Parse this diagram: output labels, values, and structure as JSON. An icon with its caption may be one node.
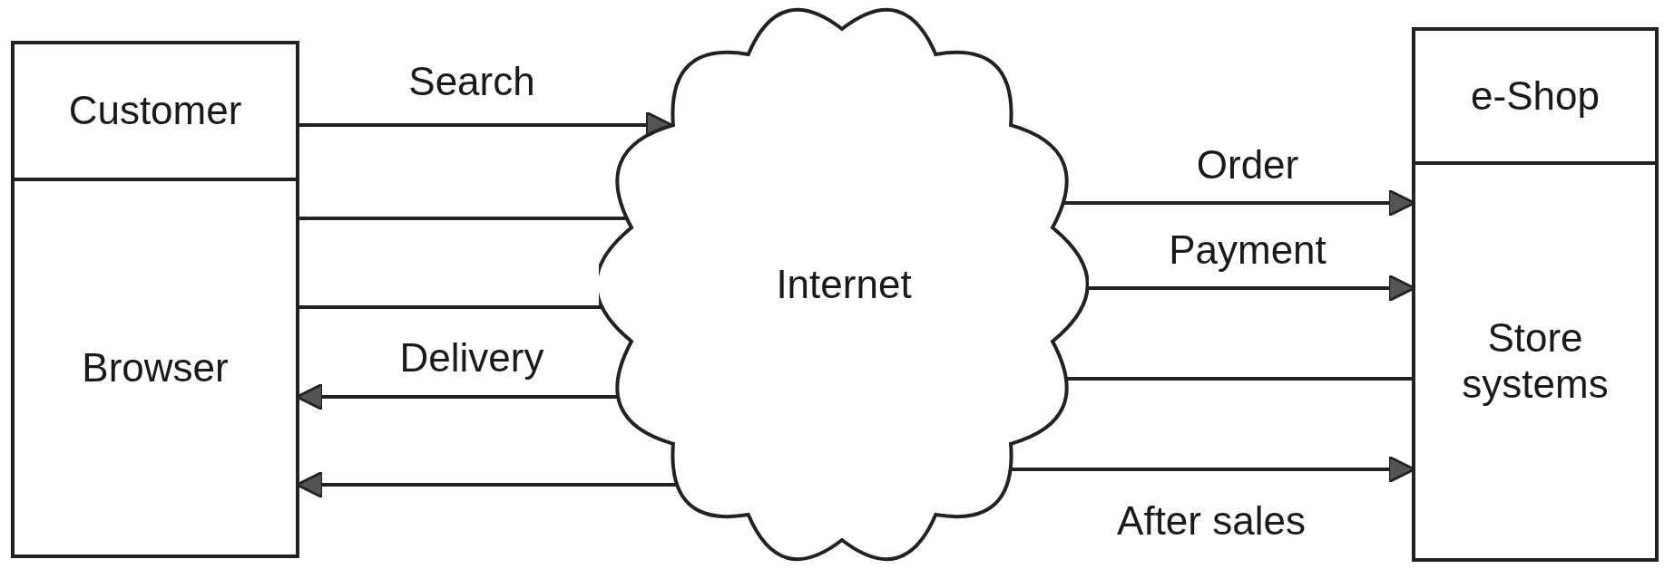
{
  "diagram": {
    "nodes": [
      {
        "text": [
          "Customer"
        ]
      },
      {
        "text": [
          "Browser"
        ]
      },
      {
        "text": [
          "Internet"
        ]
      },
      {
        "text": [
          "e-Shop"
        ]
      },
      {
        "text": [
          "Store systems"
        ]
      }
    ],
    "edges": [
      {
        "from": 0,
        "to": 2,
        "arrow": "to",
        "label": "Search"
      },
      {
        "from": 1,
        "to": 2,
        "arrow": "none"
      },
      {
        "from": 1,
        "to": 2,
        "arrow": "none"
      },
      {
        "from": 2,
        "to": 1,
        "arrow": "to",
        "label": "Delivery"
      },
      {
        "from": 2,
        "to": 1,
        "arrow": "to"
      },
      {
        "from": 2,
        "to": 4,
        "arrow": "to",
        "label": "Order"
      },
      {
        "from": 2,
        "to": 4,
        "arrow": "to",
        "label": "Payment"
      },
      {
        "from": 2,
        "to": 4,
        "arrow": "none"
      },
      {
        "from": 2,
        "to": 4,
        "arrow": "to",
        "label": "After sales"
      }
    ]
  }
}
